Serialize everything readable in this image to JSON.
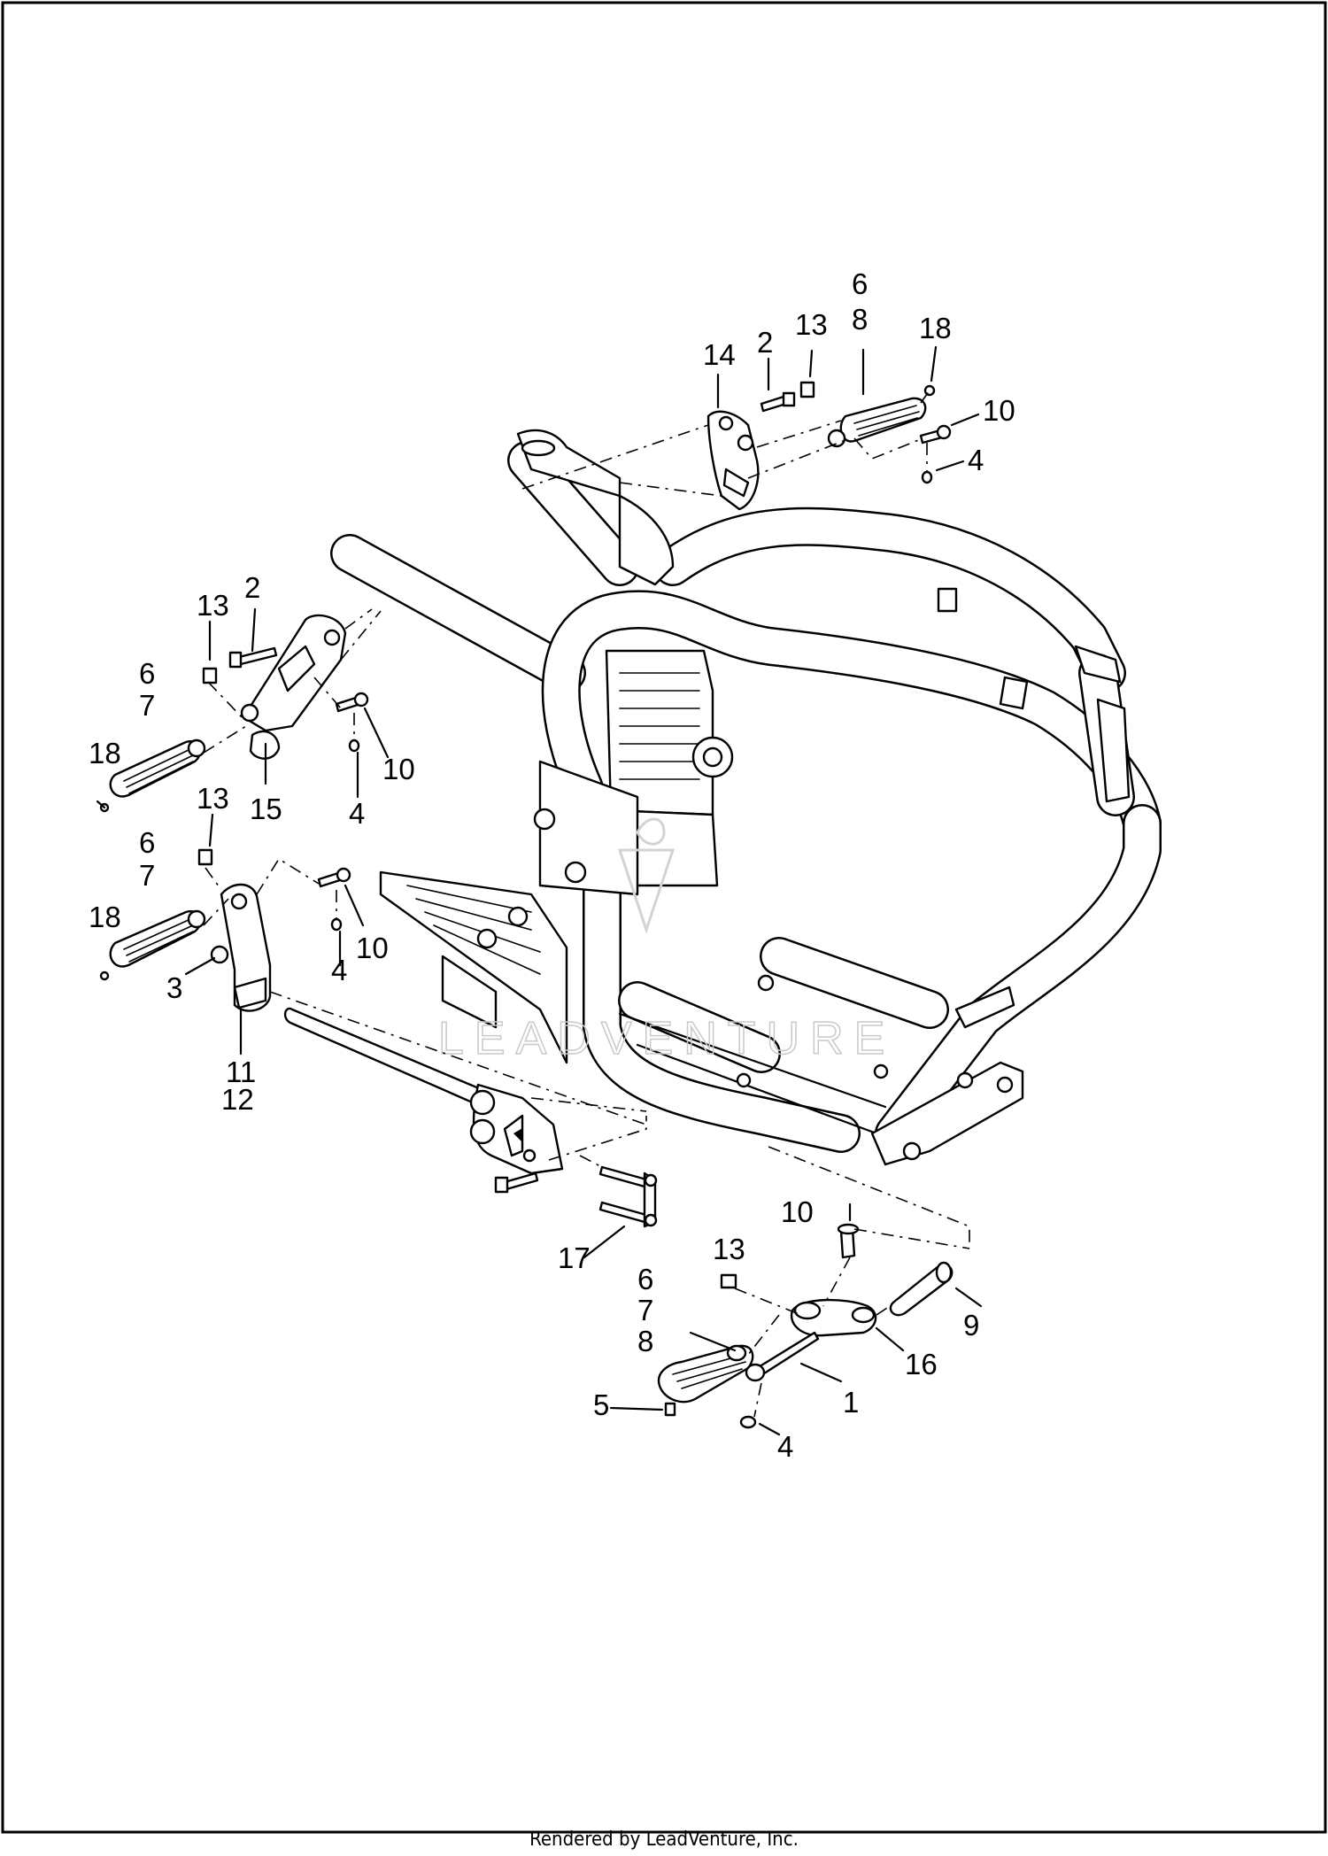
{
  "diagram": {
    "watermark_text": "LEADVENTURE",
    "footer_text": "Rendered by LeadVenture, Inc.",
    "callouts": [
      {
        "id": "c14-top",
        "text": "14"
      },
      {
        "id": "c2-top",
        "text": "2"
      },
      {
        "id": "c13-top",
        "text": "13"
      },
      {
        "id": "c6-top",
        "text": "6"
      },
      {
        "id": "c8-top",
        "text": "8"
      },
      {
        "id": "c18-top",
        "text": "18"
      },
      {
        "id": "c10-top",
        "text": "10"
      },
      {
        "id": "c4-top",
        "text": "4"
      },
      {
        "id": "c13-left",
        "text": "13"
      },
      {
        "id": "c2-left",
        "text": "2"
      },
      {
        "id": "c6-left",
        "text": "6"
      },
      {
        "id": "c7-left",
        "text": "7"
      },
      {
        "id": "c18-left",
        "text": "18"
      },
      {
        "id": "c15-left",
        "text": "15"
      },
      {
        "id": "c10-left",
        "text": "10"
      },
      {
        "id": "c4-left",
        "text": "4"
      },
      {
        "id": "c13-mid",
        "text": "13"
      },
      {
        "id": "c6-mid",
        "text": "6"
      },
      {
        "id": "c7-mid",
        "text": "7"
      },
      {
        "id": "c18-mid",
        "text": "18"
      },
      {
        "id": "c3-mid",
        "text": "3"
      },
      {
        "id": "c4-mid",
        "text": "4"
      },
      {
        "id": "c10-mid",
        "text": "10"
      },
      {
        "id": "c11-mid",
        "text": "11"
      },
      {
        "id": "c12-mid",
        "text": "12"
      },
      {
        "id": "c17-low",
        "text": "17"
      },
      {
        "id": "c10-low",
        "text": "10"
      },
      {
        "id": "c13-low",
        "text": "13"
      },
      {
        "id": "c6-low",
        "text": "6"
      },
      {
        "id": "c7-low",
        "text": "7"
      },
      {
        "id": "c8-low",
        "text": "8"
      },
      {
        "id": "c9-low",
        "text": "9"
      },
      {
        "id": "c16-low",
        "text": "16"
      },
      {
        "id": "c5-low",
        "text": "5"
      },
      {
        "id": "c1-low",
        "text": "1"
      },
      {
        "id": "c4-low",
        "text": "4"
      }
    ]
  }
}
